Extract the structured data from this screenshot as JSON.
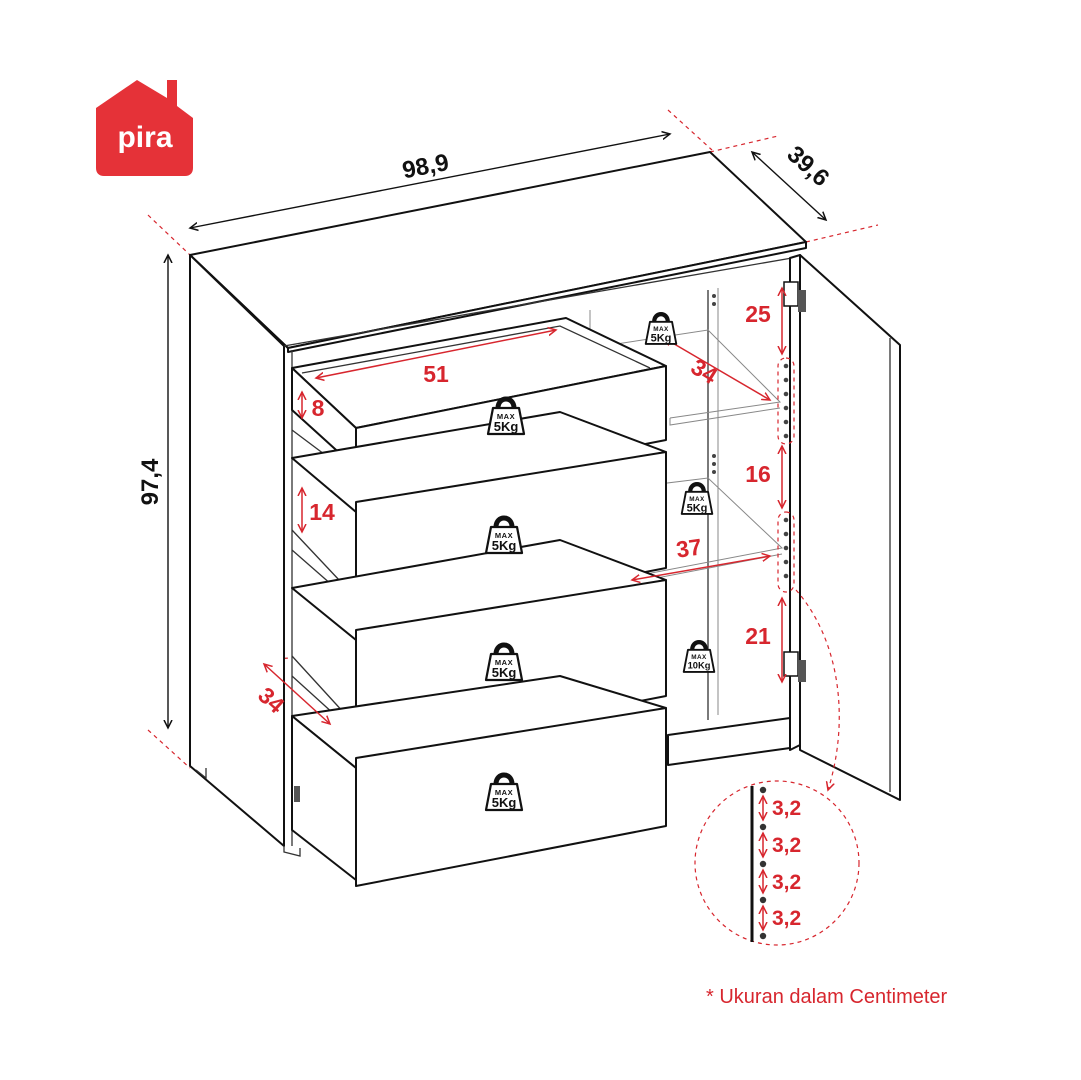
{
  "brand": {
    "logo_text": "pira",
    "logo_color": "#e53238"
  },
  "overall_dimensions": {
    "width": "98,9",
    "depth": "39,6",
    "height": "97,4"
  },
  "drawer_dimensions": {
    "inner_length": "51",
    "inner_height_top": "8",
    "inner_height_second": "14",
    "depth": "34"
  },
  "shelf_dimensions": {
    "shelf_depth": "34",
    "shelf_width": "37",
    "gap_top": "25",
    "gap_middle": "16",
    "gap_bottom": "21"
  },
  "hole_spacing": [
    "3,2",
    "3,2",
    "3,2",
    "3,2"
  ],
  "weight_labels": {
    "max_text": "MAX",
    "drawer_1": "5Kg",
    "drawer_2": "5Kg",
    "drawer_3": "5Kg",
    "drawer_4": "5Kg",
    "shelf_top": "5Kg",
    "shelf_middle": "5Kg",
    "shelf_bottom": "10Kg"
  },
  "footnote": "* Ukuran dalam Centimeter",
  "colors": {
    "accent_red": "#d7262e",
    "line": "#111111"
  }
}
